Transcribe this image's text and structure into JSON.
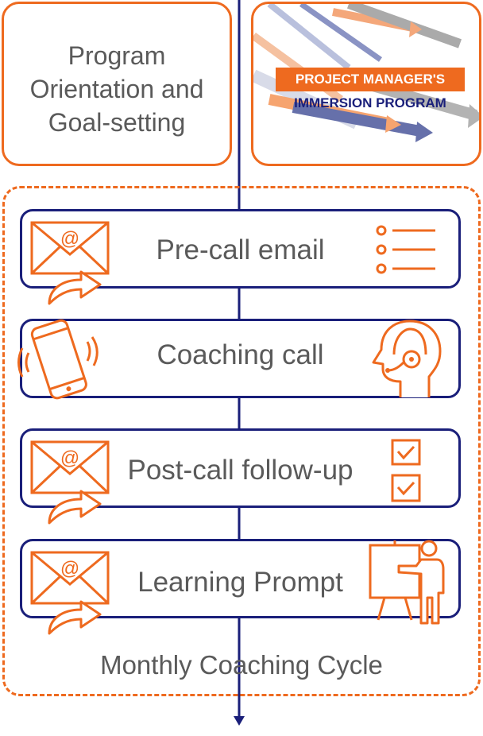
{
  "orientation": {
    "line1": "Program",
    "line2": "Orientation and",
    "line3": "Goal-setting"
  },
  "logo": {
    "line1": "PROJECT MANAGER'S",
    "line2": "IMMERSION PROGRAM"
  },
  "steps": [
    {
      "label": "Pre-call email",
      "left_icon": "email-forward-icon",
      "right_icon": "checklist-icon"
    },
    {
      "label": "Coaching call",
      "left_icon": "vibrating-phone-icon",
      "right_icon": "headset-person-icon"
    },
    {
      "label": "Post-call follow-up",
      "left_icon": "email-forward-icon",
      "right_icon": "checked-boxes-icon"
    },
    {
      "label": "Learning Prompt",
      "left_icon": "email-forward-icon",
      "right_icon": "presenter-icon"
    }
  ],
  "cycle": {
    "label": "Monthly Coaching Cycle"
  },
  "colors": {
    "orange": "#EE6A1F",
    "navy": "#1A1F7A",
    "text": "#5a5a5a"
  }
}
